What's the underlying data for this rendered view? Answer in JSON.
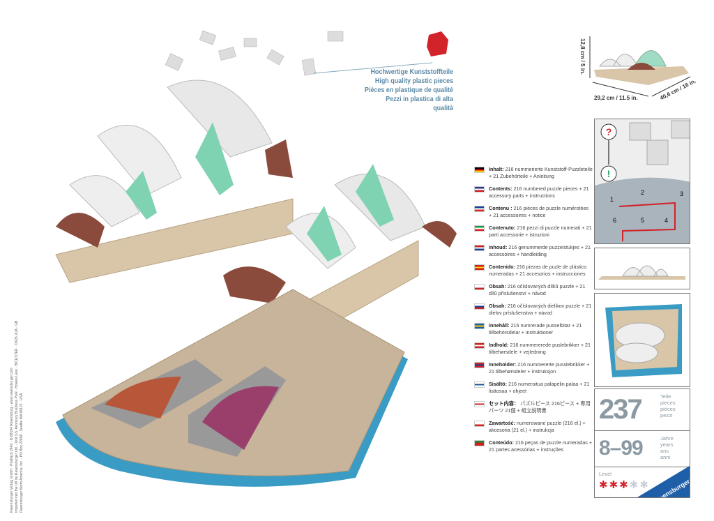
{
  "quality_heading": [
    "Hochwertige Kunststoffteile",
    "High quality plastic pieces",
    "Pièces en plastique de qualité",
    "Pezzi in plastica di alta qualità"
  ],
  "legal_lines": [
    "Ravensburger Verlag GmbH · Postfach 2460 · D-88194 Ravensburg · www.ravensburger.com",
    "Imported into the UK by Ravensburger Ltd. · Unit 3-5, Avonbury Business Park · Howes Lane · BICESTER · OX26 2UA · GB",
    "Ravensburger North America, Inc. · PO Box 22868 · Seattle WA 98122 · USA"
  ],
  "dimensions": {
    "height": "12,8 cm / 5 in.",
    "width": "29,2 cm / 11.5 in.",
    "depth": "40,6 cm / 16 in."
  },
  "contents": [
    {
      "flag": "de",
      "label": "Inhalt:",
      "text": "216 nummerierte Kunststoff-Puzzleteile + 21 Zubehörteile + Anleitung"
    },
    {
      "flag": "gb-us",
      "label": "Contents:",
      "text": "216 numbered puzzle pieces + 21 accessory parts + instructions"
    },
    {
      "flag": "fr",
      "label": "Contenu :",
      "text": "216 pièces de puzzle numérotées + 21 accessoires + notice"
    },
    {
      "flag": "it",
      "label": "Contenuto:",
      "text": "216 pezzi di puzzle numerati + 21 parti accessorie + istruzioni"
    },
    {
      "flag": "nl",
      "label": "Inhoud:",
      "text": "216 genummerde puzzelstukjes + 21 accessoires + handleiding"
    },
    {
      "flag": "es",
      "label": "Contenido:",
      "text": "216 piezas de puzle de plástico numeradas + 21 accesorios + instrucciones"
    },
    {
      "flag": "cz",
      "label": "Obsah:",
      "text": "216 očíslovaných dílků puzzle + 21 dílů příslušenství + návod"
    },
    {
      "flag": "sk",
      "label": "Obsah:",
      "text": "216 očíslovaných dielikov puzzle + 21 dielov príslušenstva + návod"
    },
    {
      "flag": "se",
      "label": "Innehåll:",
      "text": "216 numrerade pusselbitar + 21 tillbehörsdelar + instruktioner"
    },
    {
      "flag": "dk",
      "label": "Indhold:",
      "text": "216 nummererede puslebrikker + 21 tilbehørsdele + vejledning"
    },
    {
      "flag": "no",
      "label": "Inneholder:",
      "text": "216 nummererte pusslebrikker + 21 tilbehørsdeler + instruksjon"
    },
    {
      "flag": "fi",
      "label": "Sisältö:",
      "text": "216 numeroitua palapelin palaa + 21 lisäosaa + ohjeet"
    },
    {
      "flag": "jp",
      "label": "セット内容：",
      "text": "パズルピース 216ピース + 専用パーツ 21個 + 組立説明書"
    },
    {
      "flag": "pl",
      "label": "Zawartość:",
      "text": "numerowane puzzle (216 el.) + akcesoria (21 el.) + instrukcja"
    },
    {
      "flag": "pt",
      "label": "Conteúdo:",
      "text": "216 peças de puzzle numeradas + 21 partes acessórias + instruções"
    }
  ],
  "instructions_numbers": [
    "1",
    "2",
    "3",
    "4",
    "5",
    "6"
  ],
  "pieces": {
    "count": "237",
    "labels": [
      "Teile",
      "pieces",
      "pièces",
      "pezzi"
    ]
  },
  "age": {
    "range": "8–99",
    "labels": [
      "Jahre",
      "years",
      "ans",
      "anni"
    ]
  },
  "level": {
    "label": "Level",
    "value": 3,
    "max": 5
  },
  "brand": "Ravensburger",
  "colors": {
    "accent_blue": "#1f5fa8",
    "level_red": "#d2232a",
    "gray_text": "#8a99a2",
    "roof_green": "#7fd3b2",
    "shell_brown": "#8a4a3c",
    "base_tan": "#d9c5a8",
    "water": "#3a9cc4"
  }
}
